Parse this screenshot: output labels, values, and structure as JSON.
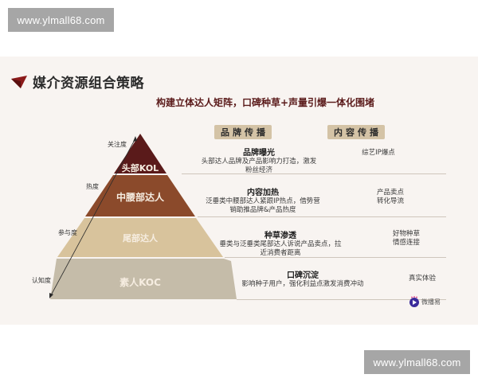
{
  "watermarks": {
    "top": "www.ylmall68.com",
    "bottom": "www.ylmall68.com"
  },
  "slide": {
    "title": "媒介资源组合策略",
    "subtitle": "构建立体达人矩阵，口碑种草+声量引爆一体化围堵",
    "columns": {
      "brand": "品牌传播",
      "content": "内容传播"
    },
    "axis_labels": [
      "关注度",
      "热度",
      "参与度",
      "认知度"
    ],
    "pyramid": [
      {
        "label": "头部KOL",
        "color": "#5a1a1a"
      },
      {
        "label": "中腰部达人",
        "color": "#8b4a2b"
      },
      {
        "label": "尾部达人",
        "color": "#d8c39c"
      },
      {
        "label": "素人KOC",
        "color": "#c5bca9"
      }
    ],
    "rows": [
      {
        "brand_title": "品牌曝光",
        "brand_desc": [
          "头部达人品牌及产品影响力打造，激发",
          "粉丝经济"
        ],
        "content": [
          "综艺IP爆点"
        ]
      },
      {
        "brand_title": "内容加热",
        "brand_desc": [
          "泛垂类中腰部达人紧跟IP热点，借势营",
          "销助推品牌&产品热度"
        ],
        "content": [
          "产品卖点",
          "转化导流"
        ]
      },
      {
        "brand_title": "种草渗透",
        "brand_desc": [
          "垂类与泛垂类尾部达人诉说产品卖点，拉",
          "近消费者距离"
        ],
        "content": [
          "好物种草",
          "情感连接"
        ]
      },
      {
        "brand_title": "口碑沉淀",
        "brand_desc": [
          "影响种子用户，强化利益点激发消费冲动"
        ],
        "content": [
          "真实体验"
        ]
      }
    ],
    "logo_text": "微播易"
  },
  "colors": {
    "background": "#f8f4f1",
    "accent": "#8b1a1a",
    "tag": "#d4c3a6"
  }
}
